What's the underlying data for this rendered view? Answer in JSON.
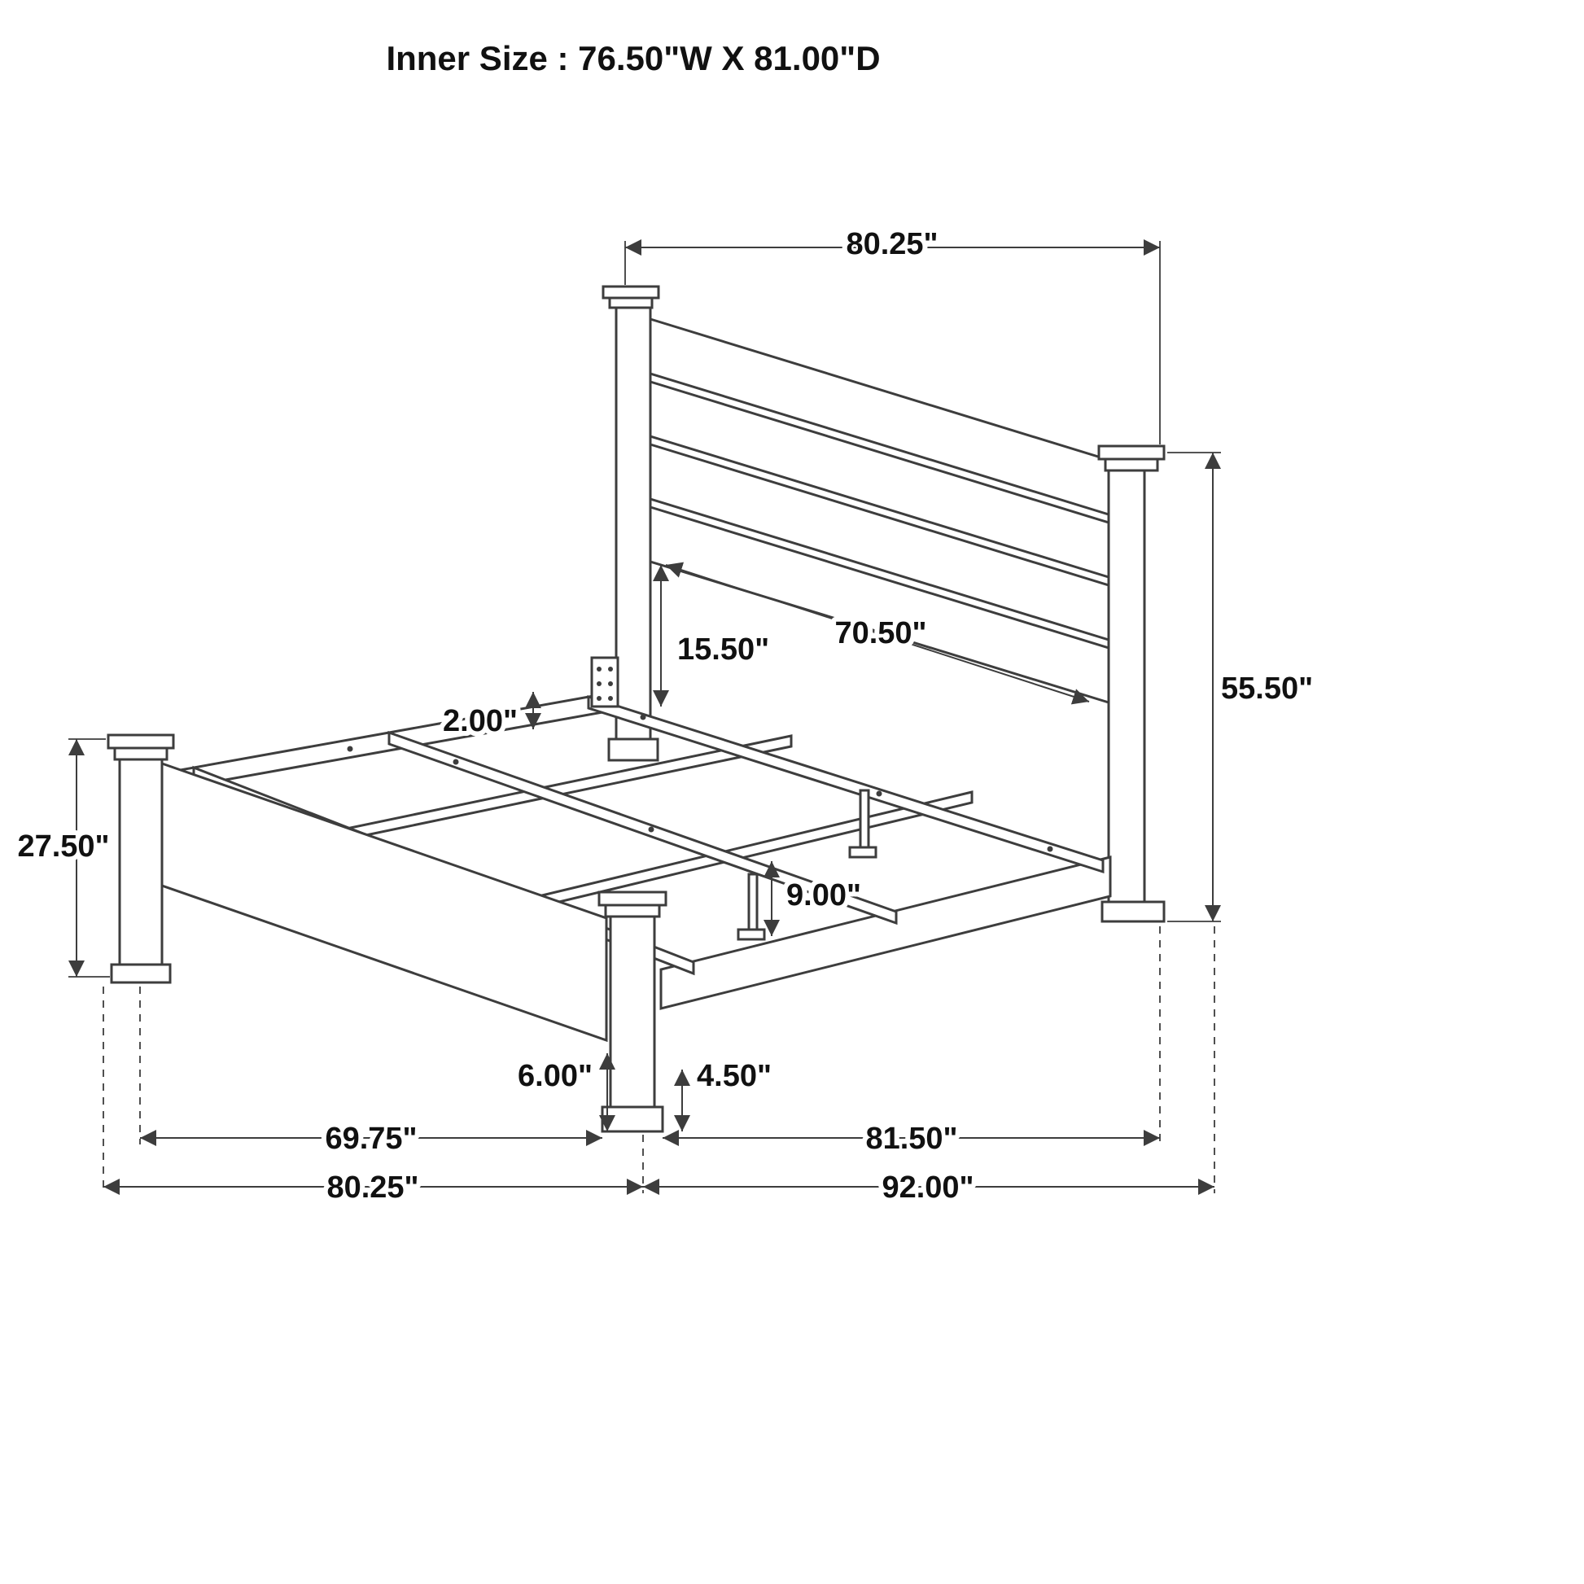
{
  "title": "Inner Size : 76.50\"W X 81.00\"D",
  "dimensions": {
    "headboard_width": "80.25\"",
    "headboard_height": "55.50\"",
    "headboard_inner_width": "70.50\"",
    "headboard_bottom_to_rail": "15.50\"",
    "slat_rail_thickness": "2.00\"",
    "footboard_height": "27.50\"",
    "center_support_leg_height": "9.00\"",
    "footboard_post_exposed_height": "6.00\"",
    "side_rail_height": "4.50\"",
    "footboard_inner_width": "69.75\"",
    "side_rail_length": "81.50\"",
    "overall_width": "80.25\"",
    "overall_depth": "92.00\""
  },
  "colors": {
    "line": "#3d3d3d",
    "text": "#111111",
    "background": "#ffffff"
  }
}
